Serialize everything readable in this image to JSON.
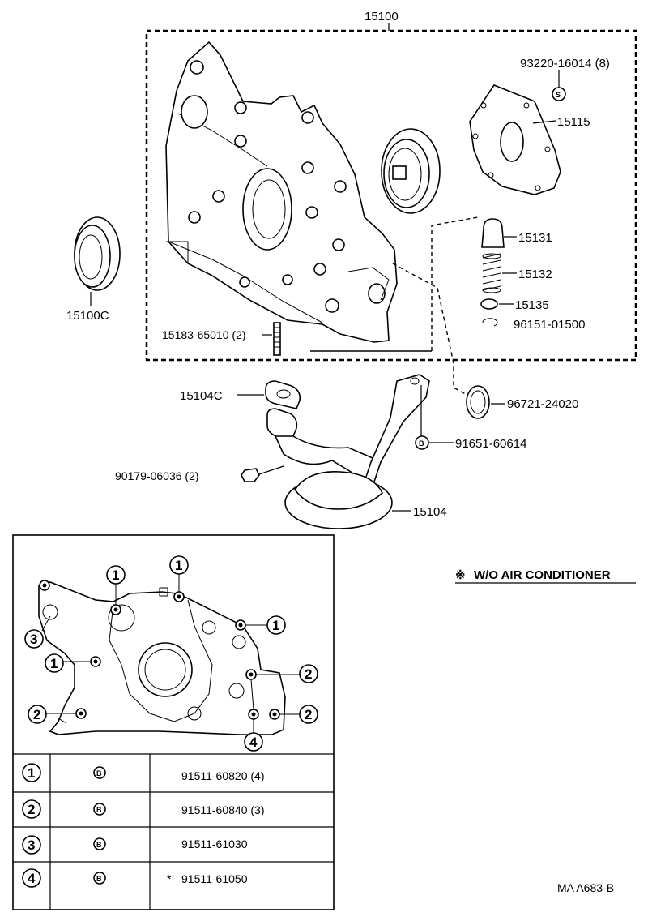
{
  "labels": {
    "assembly": "15100",
    "seal_left": "15100C",
    "bolt_s": "93220-16014 (8)",
    "cover_plate": "15115",
    "valve": "15131",
    "spring": "15132",
    "retainer": "15135",
    "snap_ring": "96151-01500",
    "stud": "15183-65010 (2)",
    "gasket": "15104C",
    "o_ring": "96721-24020",
    "bolt_b": "91651-60614",
    "nut": "90179-06036 (2)",
    "strainer": "15104",
    "note": "W/O AIR CONDITIONER",
    "figure_code": "MA A683-B"
  },
  "symbols": {
    "s_mark": "S",
    "b_mark": "B",
    "asterisk": "※",
    "asterisk_small": "*"
  },
  "callouts": {
    "c1": "1",
    "c2": "2",
    "c3": "3",
    "c4": "4"
  },
  "bolt_table": {
    "rows": [
      {
        "num": "1",
        "mark": "B",
        "part": "91511-60820 (4)"
      },
      {
        "num": "2",
        "mark": "B",
        "part": "91511-60840 (3)"
      },
      {
        "num": "3",
        "mark": "B",
        "part": "91511-61030"
      },
      {
        "num": "4",
        "mark": "B",
        "part": "91511-61050",
        "prefix": "*"
      }
    ]
  }
}
